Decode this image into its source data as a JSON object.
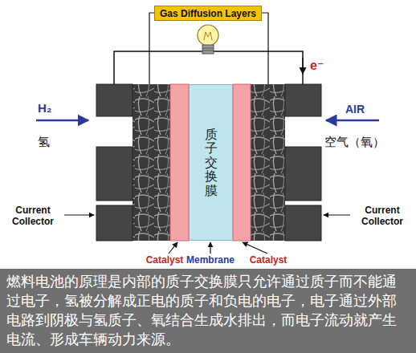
{
  "diagram": {
    "caption": "燃料电池的原理是内部的质子交换膜只允许通过质子而不能通过电子，氢被分解成正电的质子和负电的电子，电子通过外部电路到阴极与氢质子、氧结合生成水排出，而电子流动就产生电流、形成车辆动力来源。",
    "nodes": [
      {
        "text": [
          "质子交换膜"
        ]
      }
    ],
    "labels": [
      "Gas Diffusion Layers",
      "e⁻",
      "H₂",
      "氢",
      "AIR",
      "空气（氧）",
      "Current Collector",
      "Current Collector",
      "Catalyst",
      "Membrane",
      "Catalyst"
    ]
  }
}
